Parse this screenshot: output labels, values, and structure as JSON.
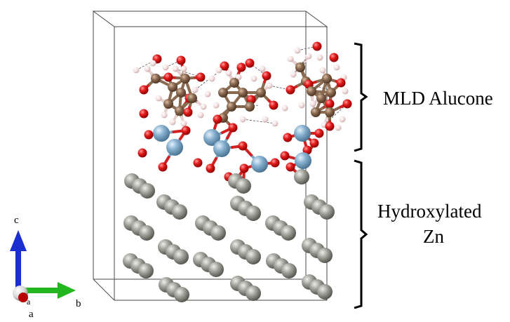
{
  "labels": {
    "layer_top": "MLD Alucone",
    "layer_bottom_line1": "Hydroxylated",
    "layer_bottom_line2": "Zn"
  },
  "axes": {
    "c": "c",
    "a_small": "a",
    "a": "a",
    "b": "b"
  },
  "colors": {
    "zinc": "#8e8e86",
    "aluminum": "#7fa7c6",
    "oxygen": "#e0101a",
    "carbon": "#8a6a50",
    "hydrogen": "#f3dada",
    "axis_c": "#1b2fd0",
    "axis_b": "#22b71e",
    "axis_a": "#b80000",
    "cell_edge": "#4a4a4a"
  }
}
